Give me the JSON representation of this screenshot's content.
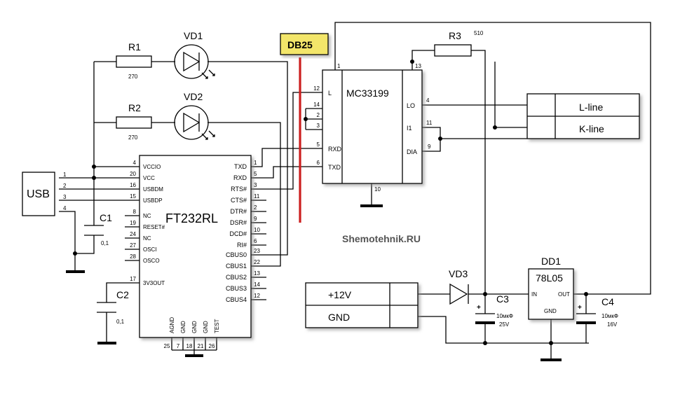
{
  "usb": {
    "label": "USB",
    "pins": [
      "1",
      "2",
      "3",
      "4"
    ]
  },
  "ft232": {
    "name": "FT232RL",
    "left_pins": [
      {
        "num": "4",
        "name": "VCCIO"
      },
      {
        "num": "20",
        "name": "VCC"
      },
      {
        "num": "16",
        "name": "USBDM"
      },
      {
        "num": "15",
        "name": "USBDP"
      },
      {
        "num": "8",
        "name": "NC"
      },
      {
        "num": "19",
        "name": "RESET#"
      },
      {
        "num": "24",
        "name": "NC"
      },
      {
        "num": "27",
        "name": "OSCI"
      },
      {
        "num": "28",
        "name": "OSCO"
      },
      {
        "num": "17",
        "name": "3V3OUT"
      }
    ],
    "right_pins": [
      {
        "num": "1",
        "name": "TXD"
      },
      {
        "num": "5",
        "name": "RXD"
      },
      {
        "num": "3",
        "name": "RTS#"
      },
      {
        "num": "11",
        "name": "CTS#"
      },
      {
        "num": "2",
        "name": "DTR#"
      },
      {
        "num": "9",
        "name": "DSR#"
      },
      {
        "num": "10",
        "name": "DCD#"
      },
      {
        "num": "6",
        "name": "RI#"
      },
      {
        "num": "23",
        "name": "CBUS0"
      },
      {
        "num": "22",
        "name": "CBUS1"
      },
      {
        "num": "13",
        "name": "CBUS2"
      },
      {
        "num": "14",
        "name": "CBUS3"
      },
      {
        "num": "12",
        "name": "CBUS4"
      }
    ],
    "bottom_pins": [
      {
        "num": "25",
        "name": "AGND"
      },
      {
        "num": "7",
        "name": "GND"
      },
      {
        "num": "18",
        "name": "GND"
      },
      {
        "num": "21",
        "name": "GND"
      },
      {
        "num": "26",
        "name": "TEST"
      }
    ]
  },
  "mc33199": {
    "name": "MC33199",
    "top_pin": "1",
    "bottom_pin": "10",
    "left_pins": [
      {
        "num": "12",
        "name": "L"
      },
      {
        "num": "14",
        "name": ""
      },
      {
        "num": "2",
        "name": ""
      },
      {
        "num": "3",
        "name": ""
      },
      {
        "num": "5",
        "name": "RXD"
      },
      {
        "num": "6",
        "name": "TXD"
      }
    ],
    "right_pins": [
      {
        "num": "13",
        "name": ""
      },
      {
        "num": "4",
        "name": "LO"
      },
      {
        "num": "11",
        "name": "I1"
      },
      {
        "num": "9",
        "name": "DIA"
      }
    ]
  },
  "dd1": {
    "ref": "DD1",
    "name": "78L05",
    "in": "IN",
    "out": "OUT",
    "gnd": "GND"
  },
  "resistors": {
    "r1": {
      "ref": "R1",
      "value": "270"
    },
    "r2": {
      "ref": "R2",
      "value": "270"
    },
    "r3": {
      "ref": "R3",
      "value": "510"
    }
  },
  "leds": {
    "vd1": "VD1",
    "vd2": "VD2"
  },
  "diode": {
    "ref": "VD3"
  },
  "caps": {
    "c1": {
      "ref": "C1",
      "value": "0,1"
    },
    "c2": {
      "ref": "C2",
      "value": "0,1"
    },
    "c3": {
      "ref": "C3",
      "value": "10мкФ",
      "voltage": "25V",
      "plus": "+"
    },
    "c4": {
      "ref": "C4",
      "value": "10мкФ",
      "voltage": "16V",
      "plus": "+"
    }
  },
  "connector_kline": {
    "rows": [
      "L-line",
      "K-line"
    ]
  },
  "connector_power": {
    "rows": [
      "+12V",
      "GND"
    ]
  },
  "db25": {
    "label": "DB25"
  },
  "watermark": "Shemotehnik.RU",
  "colors": {
    "db25_fill": "#f3e66a",
    "db25_line": "#cc1f1f"
  }
}
